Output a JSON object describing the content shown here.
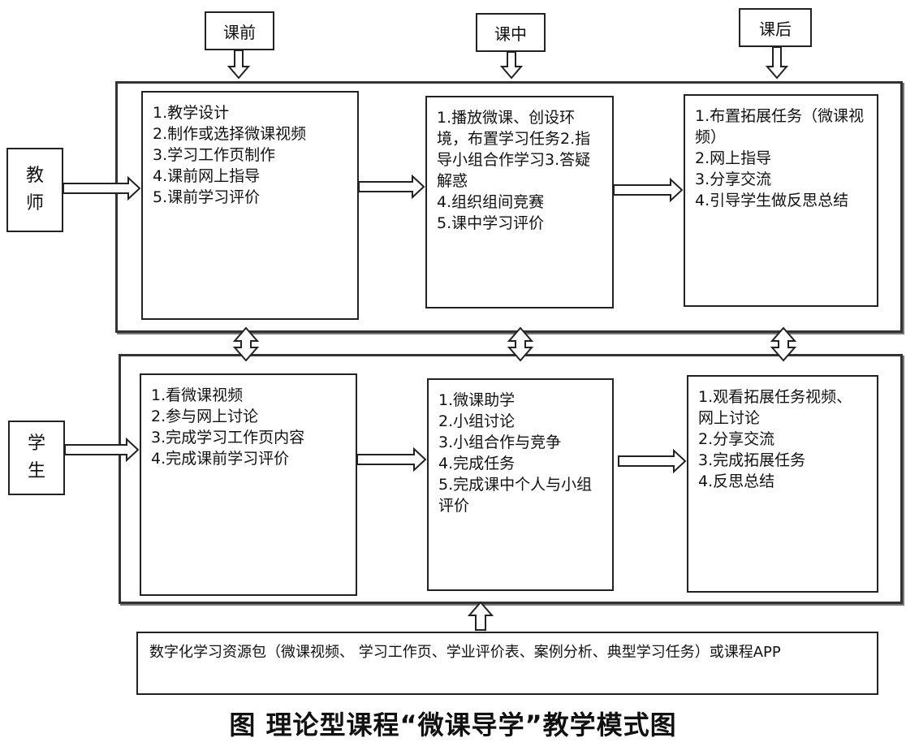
{
  "phases": {
    "pre": "课前",
    "during": "课中",
    "post": "课后"
  },
  "roles": {
    "teacher": "教师",
    "student": "学生"
  },
  "teacher_stages": {
    "pre": [
      "1.教学设计",
      "2.制作或选择微课视频",
      "3.学习工作页制作",
      "4.课前网上指导",
      "5.课前学习评价"
    ],
    "during": [
      "1.播放微课、创设环境，布置学习任务2.指导小组合作学习3.答疑解惑",
      "4.组织组间竞赛",
      "5.课中学习评价"
    ],
    "post": [
      "1.布置拓展任务（微课视频）",
      "2.网上指导",
      "3.分享交流",
      "4.引导学生做反思总结"
    ]
  },
  "student_stages": {
    "pre": [
      "1.看微课视频",
      "2.参与网上讨论",
      "3.完成学习工作页内容",
      "4.完成课前学习评价"
    ],
    "during": [
      "1.微课助学",
      "2.小组讨论",
      "3.小组合作与竞争",
      "4.完成任务",
      "5.完成课中个人与小组评价"
    ],
    "post": [
      "1.观看拓展任务视频、网上讨论",
      "2.分享交流",
      "3.完成拓展任务",
      "4.反思总结"
    ]
  },
  "resource_text": "数字化学习资源包（微课视频、 学习工作页、学业评价表、案例分析、典型学习任务）或课程APP",
  "caption": "图  理论型课程“微课导学”教学模式图"
}
